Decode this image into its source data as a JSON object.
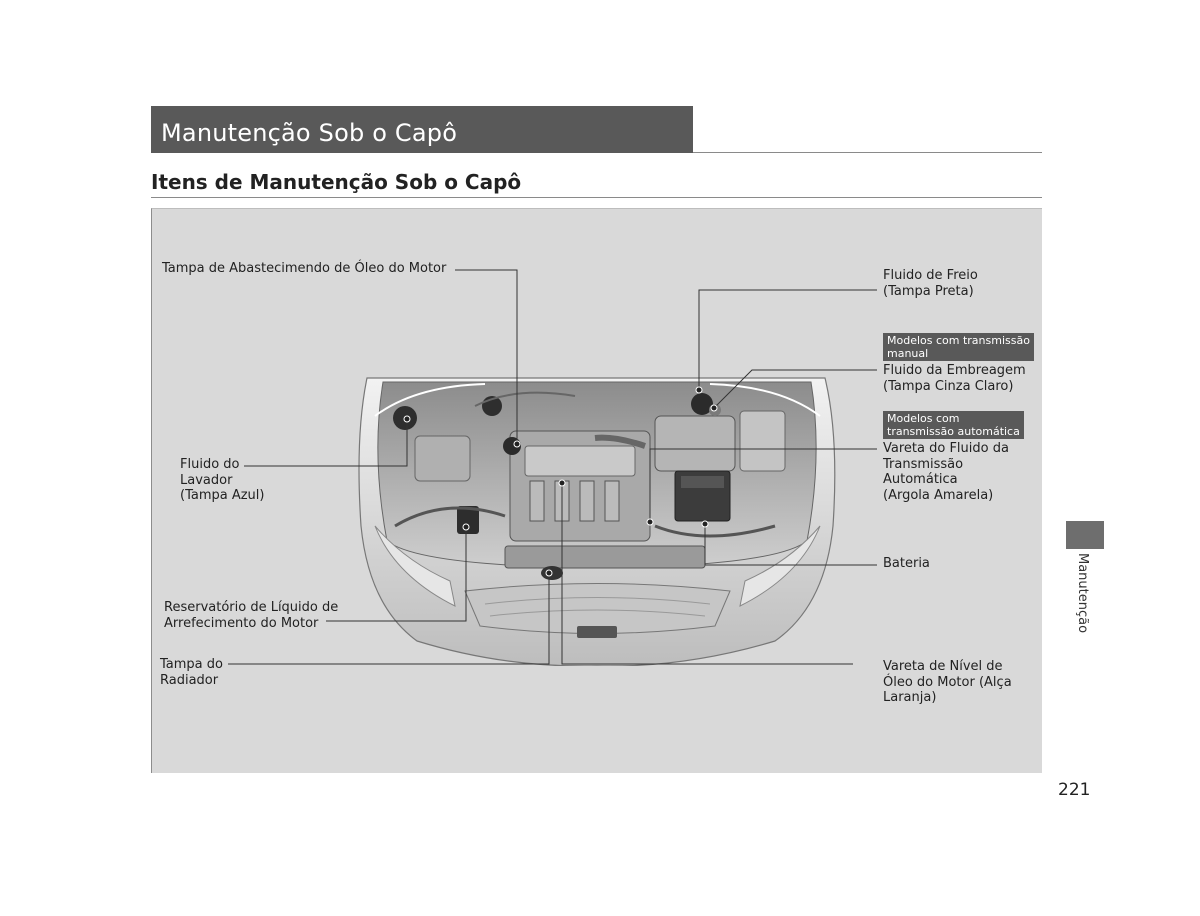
{
  "header": {
    "title": "Manutenção Sob o Capô",
    "section_title": "Itens de Manutenção Sob o Capô"
  },
  "figure": {
    "labels": {
      "engine_oil_cap": "Tampa de Abastecimendo de Óleo do Motor",
      "washer_fluid": [
        "Fluido do",
        "Lavador",
        "(Tampa Azul)"
      ],
      "coolant_reservoir": [
        "Reservatório de Líquido de",
        "Arrefecimento do Motor"
      ],
      "radiator_cap": [
        "Tampa do",
        "Radiador"
      ],
      "brake_fluid": [
        "Fluido de Freio",
        "(Tampa Preta)"
      ],
      "clutch_fluid": [
        "Fluido da Embreagem",
        "(Tampa Cinza Claro)"
      ],
      "atf_dipstick": [
        "Vareta do Fluido da",
        "Transmissão",
        "Automática",
        "(Argola Amarela)"
      ],
      "battery": "Bateria",
      "oil_dipstick": [
        "Vareta de Nível de",
        "Óleo do Motor (Alça",
        "Laranja)"
      ]
    },
    "badges": {
      "manual": [
        "Modelos com transmissão",
        "manual"
      ],
      "automatic": [
        "Modelos com",
        "transmissão automática"
      ]
    }
  },
  "sidebar": {
    "label": "Manutenção"
  },
  "footer": {
    "page_number": "221"
  },
  "colors": {
    "header_bar": "#595959",
    "figure_bg": "#d9d9d9",
    "badge_bg": "#595959",
    "side_tab": "#6e6e6e"
  }
}
